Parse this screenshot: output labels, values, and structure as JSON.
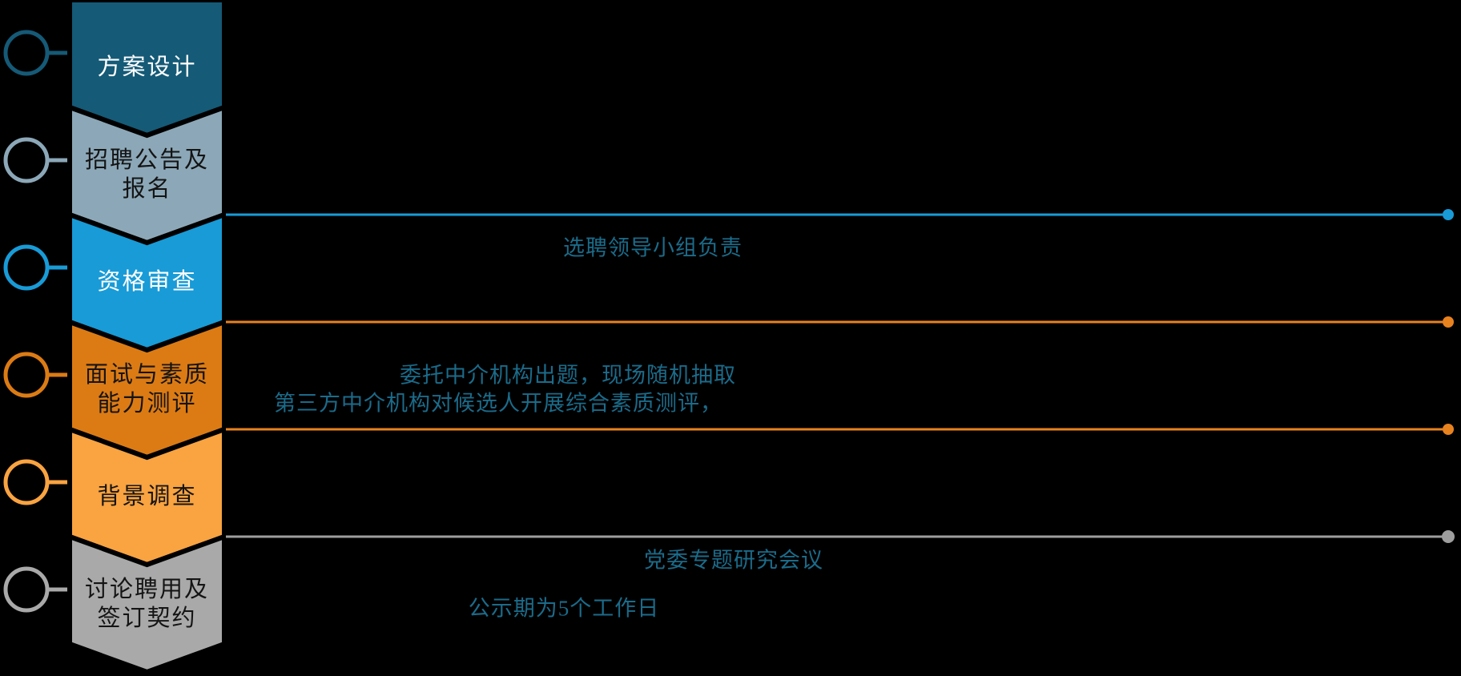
{
  "diagram": {
    "background_color": "#000000",
    "annotation_text_color": "#1B6B8A",
    "steps": [
      {
        "label": "方案设计",
        "fill": "#155A77",
        "text_color": "#FFFFFF"
      },
      {
        "label": "招聘公告及报名",
        "fill": "#8CA8B8",
        "text_color": "#141414"
      },
      {
        "label": "资格审查",
        "fill": "#189BD7",
        "text_color": "#FFFFFF"
      },
      {
        "label": "面试与素质能力测评",
        "fill": "#DC7B14",
        "text_color": "#141414"
      },
      {
        "label": "背景调查",
        "fill": "#F9A341",
        "text_color": "#141414"
      },
      {
        "label": "讨论聘用及签订契约",
        "fill": "#A9A9A9",
        "text_color": "#141414"
      }
    ],
    "connector_lines": [
      {
        "color": "#189BD7"
      },
      {
        "color": "#E8821F"
      },
      {
        "color": "#E8821F"
      },
      {
        "color": "#9E9E9E"
      }
    ],
    "annotations": [
      {
        "text": "选聘领导小组负责"
      },
      {
        "text": "委托中介机构出题，现场随机抽取"
      },
      {
        "text": "第三方中介机构对候选人开展综合素质测评，"
      },
      {
        "text": "党委专题研究会议"
      },
      {
        "text": "公示期为5个工作日"
      }
    ]
  }
}
